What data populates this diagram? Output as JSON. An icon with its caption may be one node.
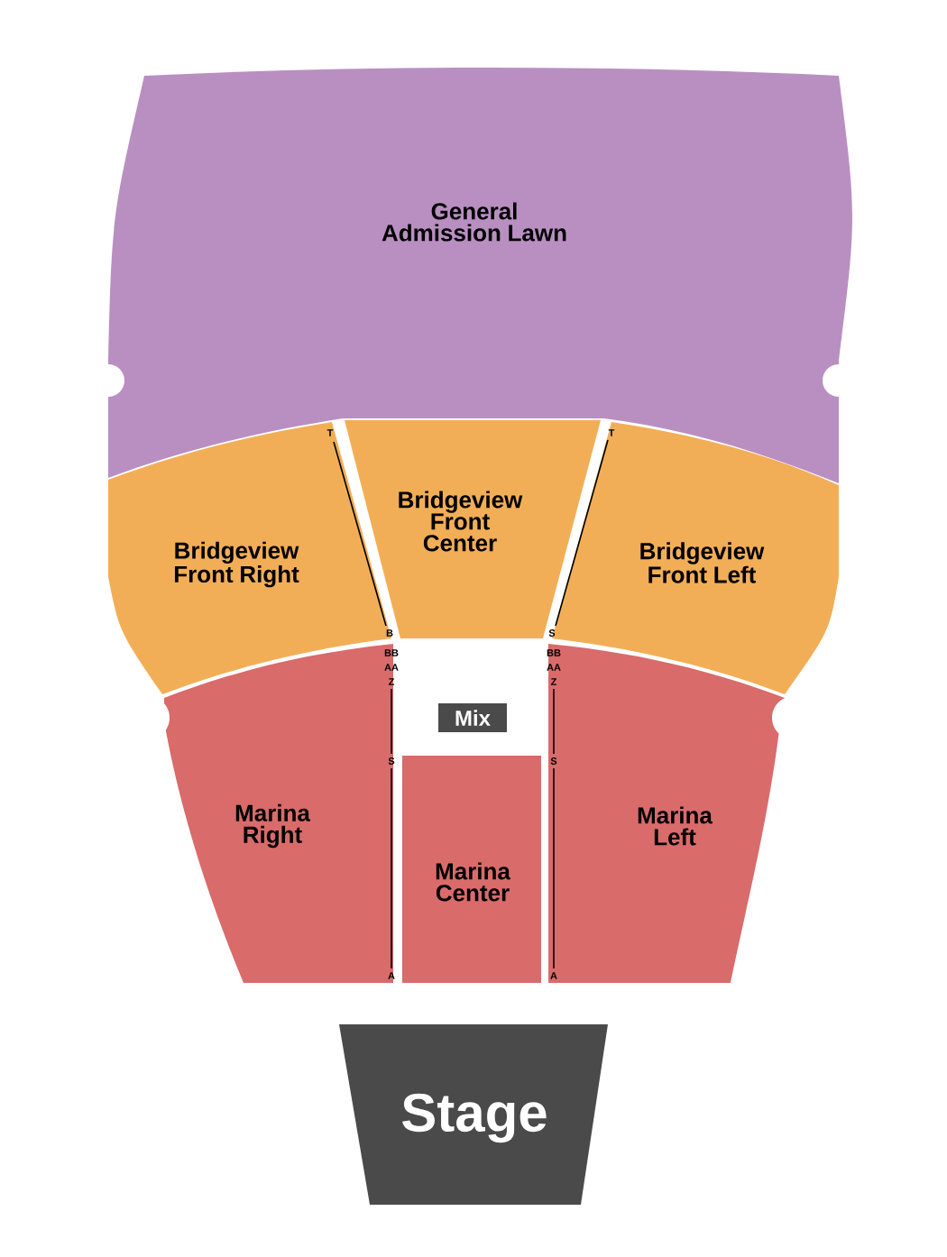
{
  "diagram": {
    "nodes": [
      {
        "text": [
          "General Admission Lawn"
        ]
      },
      {
        "text": [
          "Bridgeview Front Right"
        ]
      },
      {
        "text": [
          "Bridgeview Front Center"
        ]
      },
      {
        "text": [
          "Bridgeview Front Left"
        ]
      },
      {
        "text": [
          "Mix"
        ]
      },
      {
        "text": [
          "Marina Right"
        ]
      },
      {
        "text": [
          "Marina Center"
        ]
      },
      {
        "text": [
          "Marina Left"
        ]
      },
      {
        "text": [
          "Stage"
        ]
      }
    ],
    "labels": [
      "T",
      "B",
      "BB",
      "AA",
      "Z",
      "S",
      "A",
      "T",
      "S",
      "BB",
      "AA",
      "Z",
      "S",
      "A"
    ]
  }
}
